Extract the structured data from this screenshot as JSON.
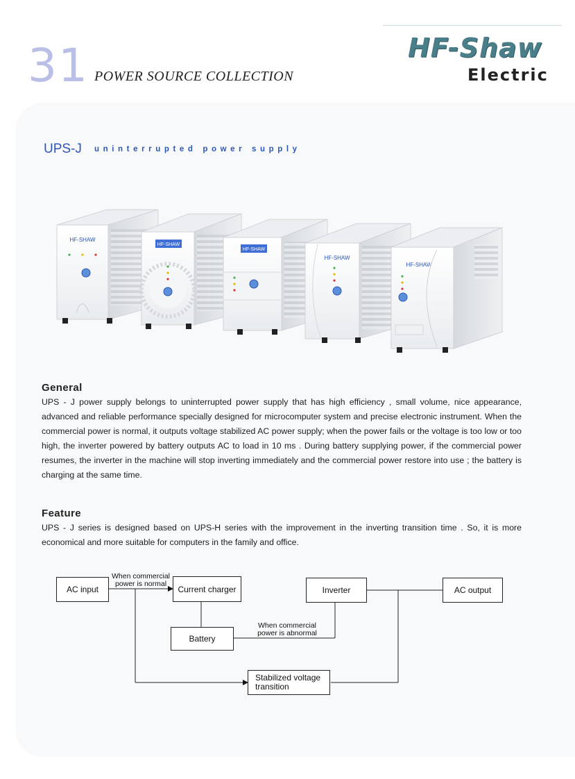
{
  "header": {
    "page_number": "31",
    "collection_title": "POWER SOURCE COLLECTION",
    "logo_top": "HF-Shaw",
    "logo_bottom": "Electric"
  },
  "product": {
    "title": "UPS-J",
    "subtitle": "uninterrupted power supply",
    "unit_labels": [
      "HF-SHAW",
      "HF-SHAW",
      "HF-SHAW",
      "HF-SHAW",
      "HF-SHAW"
    ]
  },
  "general": {
    "heading": "General",
    "body": "UPS - J power supply belongs to uninterrupted power supply that has high efficiency , small volume, nice appearance, advanced and reliable performance specially designed for microcomputer system and precise electronic instrument. When the commercial power is normal, it outputs voltage stabilized AC power supply; when the power fails or the voltage is too low or too high, the inverter powered by battery outputs AC to load in 10 ms . During battery supplying power, if the commercial power resumes, the inverter in the machine will stop inverting immediately and the commercial power restore into use ; the battery is charging at the same time."
  },
  "feature": {
    "heading": "Feature",
    "body": "UPS - J series is designed based on UPS-H series with the improvement in the inverting transition time . So, it is more economical and more suitable for computers in the family and office."
  },
  "diagram": {
    "ac_input": "AC input",
    "current_charger": "Current charger",
    "inverter": "Inverter",
    "ac_output": "AC output",
    "battery": "Battery",
    "stabilized_line1": "Stabilized voltage",
    "stabilized_line2": "transition",
    "label_normal_line1": "When commercial",
    "label_normal_line2": "power is normal",
    "label_abnormal_line1": "When commercial",
    "label_abnormal_line2": "power is abnormal"
  }
}
